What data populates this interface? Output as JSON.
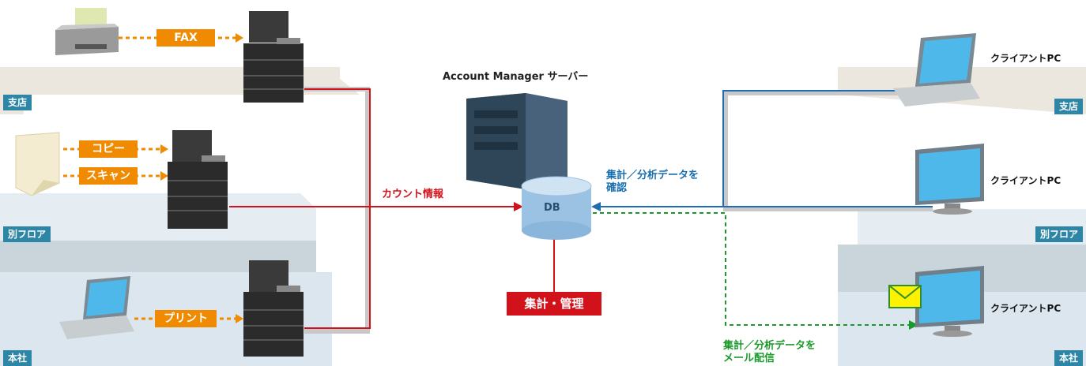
{
  "left_arrows": {
    "fax": "FAX",
    "copy": "コピー",
    "scan": "スキャン",
    "print": "プリント"
  },
  "left_locations": {
    "branch": "支店",
    "floor": "別フロア",
    "hq": "本社"
  },
  "right_locations": {
    "branch": "支店",
    "floor": "別フロア",
    "hq": "本社"
  },
  "server": {
    "title": "Account Manager サーバー",
    "db": "DB",
    "manage": "集計・管理"
  },
  "flows": {
    "count_info": "カウント情報",
    "confirm_line1": "集計／分析データを",
    "confirm_line2": "確認",
    "mail_line1": "集計／分析データを",
    "mail_line2": "メール配信"
  },
  "clients": {
    "pc1": "クライアントPC",
    "pc2": "クライアントPC",
    "pc3": "クライアントPC"
  },
  "colors": {
    "red": "#d2121b",
    "blue": "#1f6db0",
    "green": "#1a9a2a",
    "orange": "#f08a00",
    "tag": "#2d86a6"
  }
}
